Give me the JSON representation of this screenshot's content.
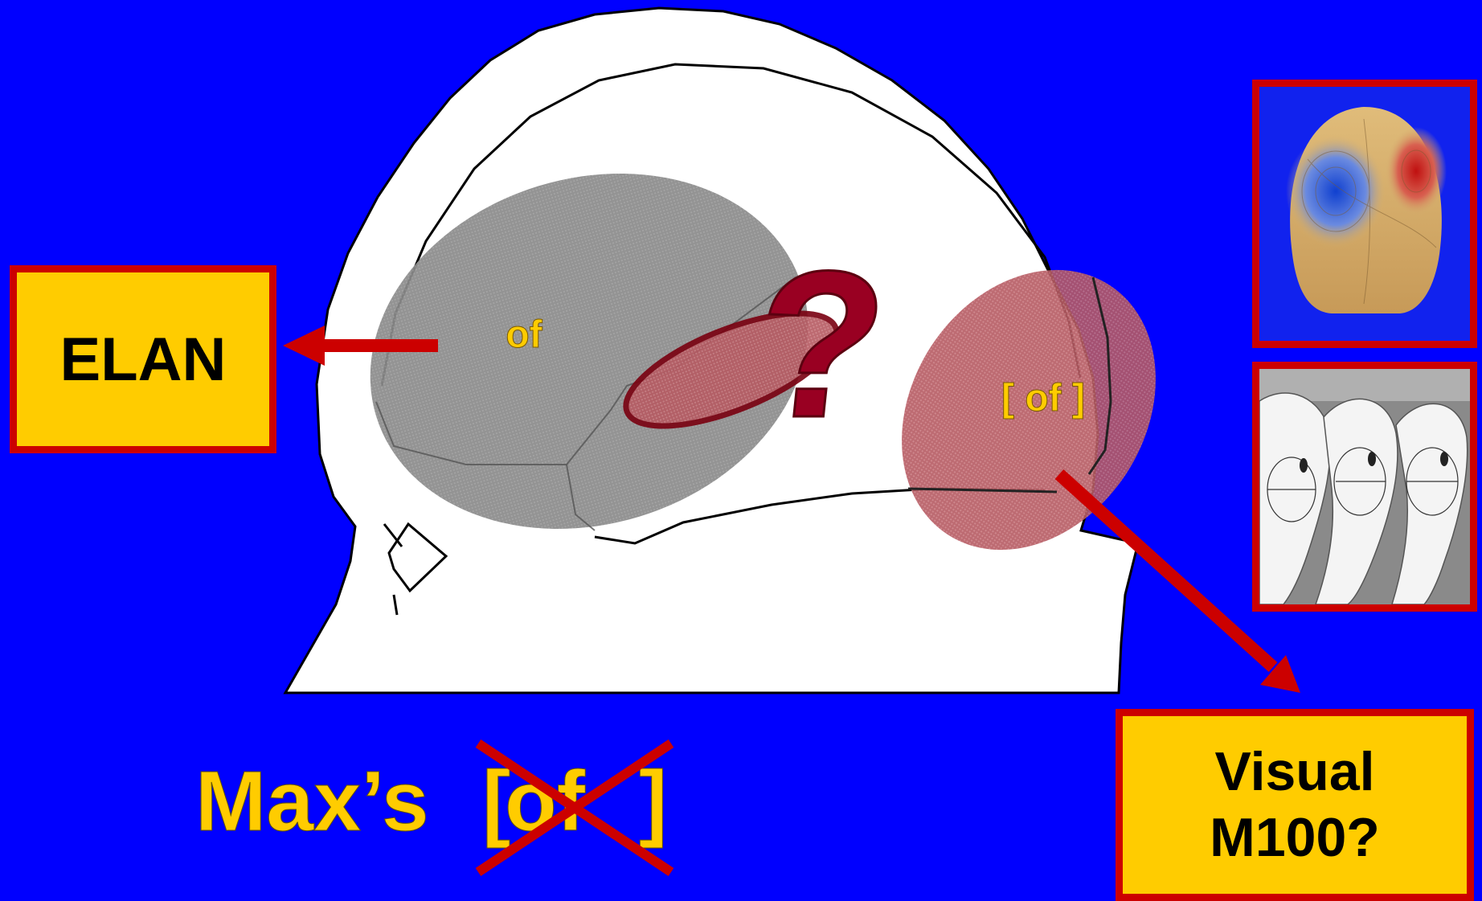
{
  "labels": {
    "elan": "ELAN",
    "visual_line1": "Visual",
    "visual_line2": "M100?",
    "of_left": "of",
    "of_right": "[ of ]",
    "question_mark": "?",
    "caption_prefix": "Max’s",
    "caption_bracket_open": "[",
    "caption_word": "of",
    "caption_bracket_close": "]"
  },
  "colors": {
    "background": "#0000FF",
    "box_fill": "#FFCC00",
    "box_border": "#CC0000",
    "arrow": "#CC0000",
    "question": "#990022",
    "caption_text": "#FFCC00"
  },
  "icons": {
    "head": "head-profile-outline",
    "scalp": "scalp-topography-map",
    "mri": "mri-slices-image"
  }
}
